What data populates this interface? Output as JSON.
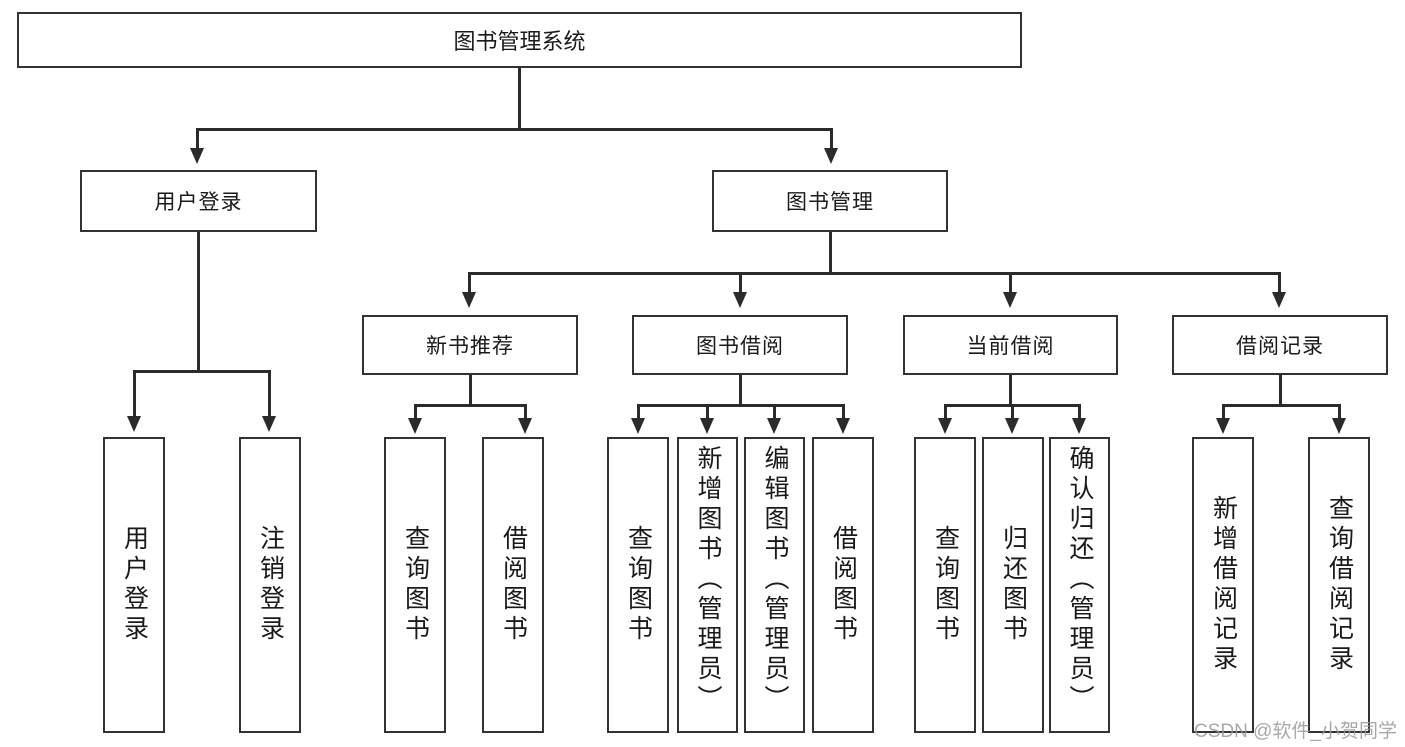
{
  "diagram": {
    "type": "tree-hierarchy-chart",
    "title": "图书管理系统",
    "watermark": "CSDN @软件_小贺同学",
    "colors": {
      "box_border": "#333333",
      "box_fill": "#ffffff",
      "line": "#2b2b2b",
      "text": "#1a1a1a",
      "watermark": "#9a9a9a",
      "background": "#ffffff"
    },
    "root": {
      "label": "图书管理系统"
    },
    "level2": [
      {
        "label": "用户登录"
      },
      {
        "label": "图书管理"
      }
    ],
    "level3": [
      {
        "label": "新书推荐"
      },
      {
        "label": "图书借阅"
      },
      {
        "label": "当前借阅"
      },
      {
        "label": "借阅记录"
      }
    ],
    "leaves": {
      "user_login": [
        {
          "label": "用户登录"
        },
        {
          "label": "注销登录"
        }
      ],
      "new_book_recommend": [
        {
          "label": "查询图书"
        },
        {
          "label": "借阅图书"
        }
      ],
      "book_borrow": [
        {
          "label": "查询图书"
        },
        {
          "label": "新增图书（管理员）"
        },
        {
          "label": "编辑图书（管理员）"
        },
        {
          "label": "借阅图书"
        }
      ],
      "current_borrow": [
        {
          "label": "查询图书"
        },
        {
          "label": "归还图书"
        },
        {
          "label": "确认归还（管理员）"
        }
      ],
      "borrow_record": [
        {
          "label": "新增借阅记录"
        },
        {
          "label": "查询借阅记录"
        }
      ]
    }
  }
}
